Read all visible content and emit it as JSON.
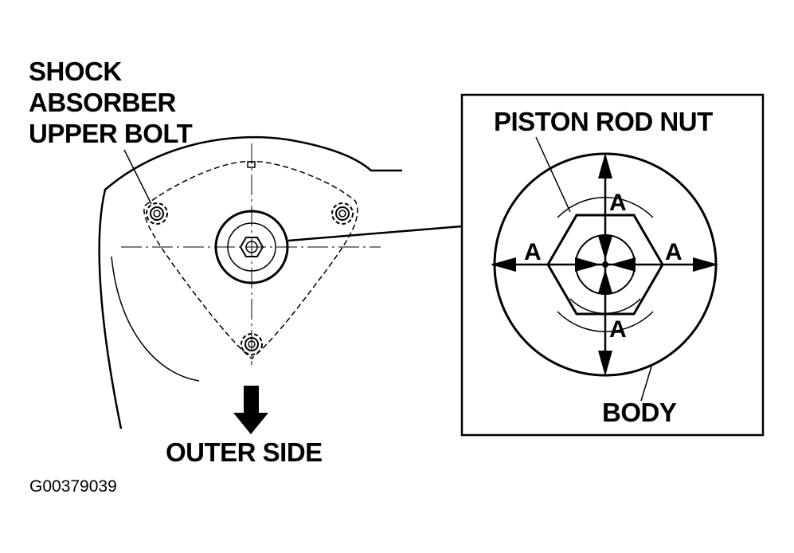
{
  "labels": {
    "shock_line1": "SHOCK",
    "shock_line2": "ABSORBER",
    "shock_line3": "UPPER BOLT",
    "piston_rod_nut": "PISTON ROD NUT",
    "body": "BODY",
    "outer_side": "OUTER SIDE",
    "figure_code": "G00379039",
    "dimension_letter": "A"
  },
  "colors": {
    "ink": "#000000",
    "paper": "#ffffff"
  }
}
